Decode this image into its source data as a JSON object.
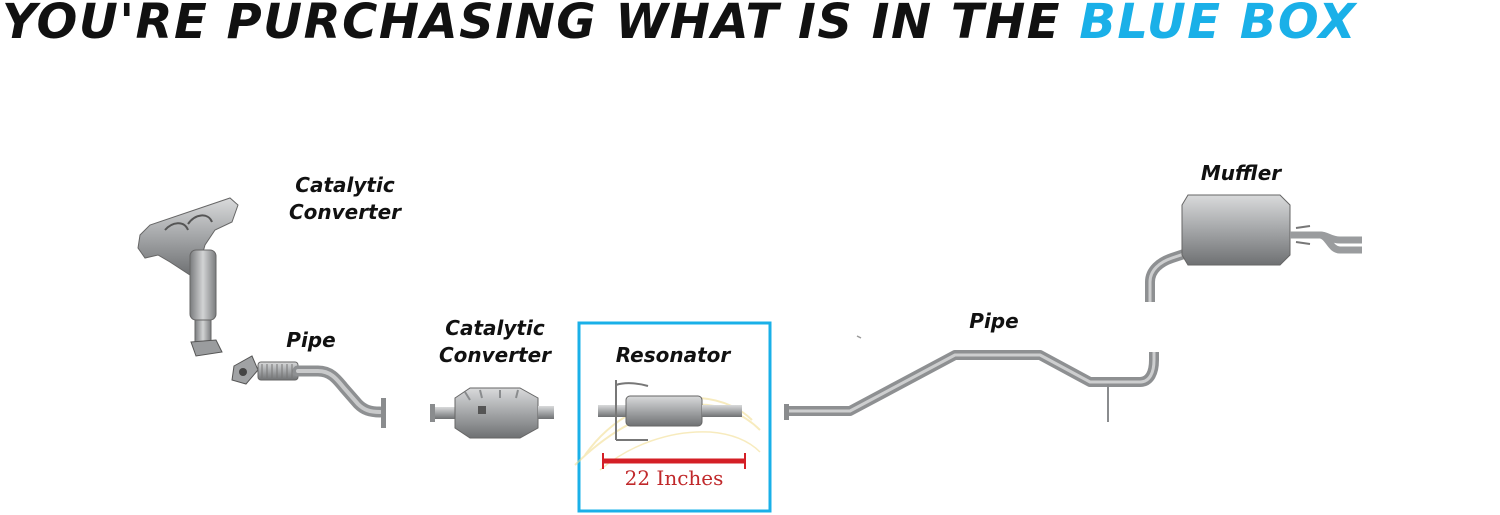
{
  "headline": {
    "prefix": "YOU'RE PURCHASING WHAT IS IN THE ",
    "highlight": "BLUE BOX"
  },
  "labels": {
    "cat_converter_1_line1": "Catalytic",
    "cat_converter_1_line2": "Converter",
    "pipe_1": "Pipe",
    "cat_converter_2_line1": "Catalytic",
    "cat_converter_2_line2": "Converter",
    "resonator": "Resonator",
    "pipe_2": "Pipe",
    "muffler": "Muffler"
  },
  "dimension": {
    "label": "22 Inches"
  },
  "colors": {
    "highlight_blue": "#1ab0e8",
    "dimension_red": "#d41f26",
    "part_metal": "#a9abad",
    "text": "#111111"
  }
}
